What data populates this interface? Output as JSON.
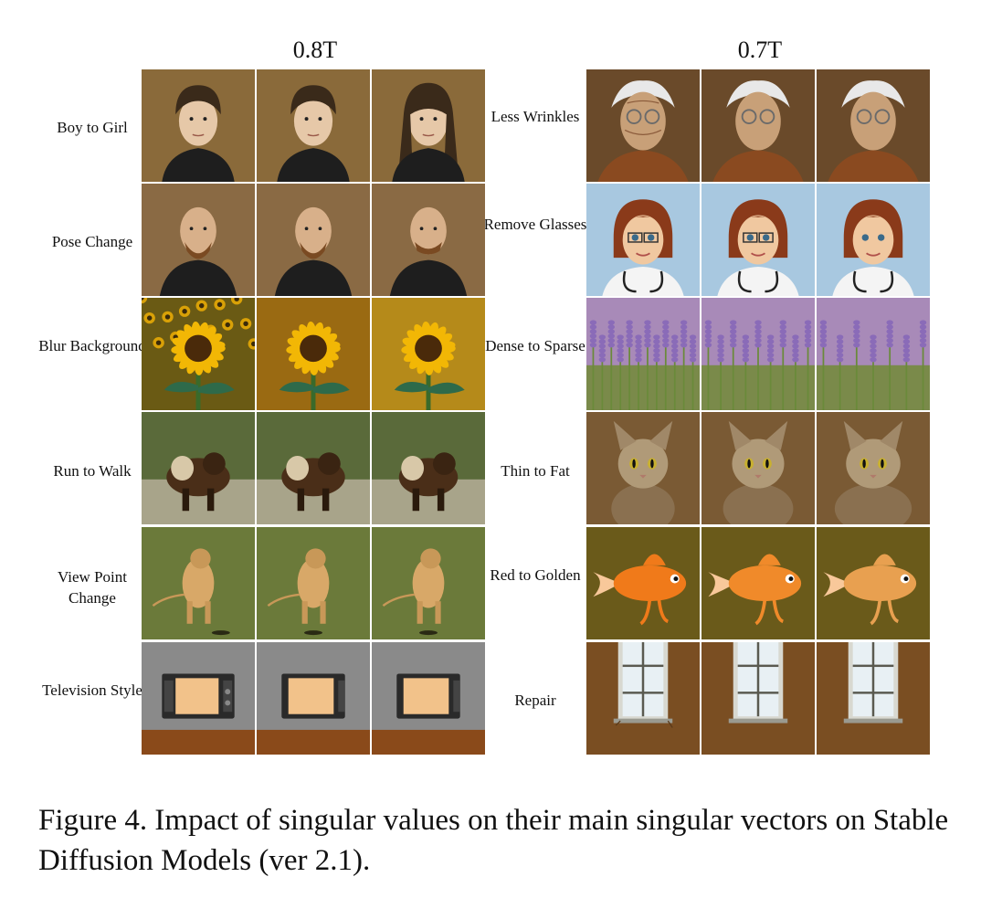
{
  "figure": {
    "left_group": {
      "title": "0.8T",
      "rows": [
        {
          "label": "Boy to Girl"
        },
        {
          "label": "Pose Change"
        },
        {
          "label": "Blur Background"
        },
        {
          "label": "Run to Walk"
        },
        {
          "label": "View Point Change"
        },
        {
          "label": "Television Style"
        }
      ]
    },
    "right_group": {
      "title": "0.7T",
      "rows": [
        {
          "label": "Less Wrinkles"
        },
        {
          "label": "Remove Glasses"
        },
        {
          "label": "Dense to Sparse"
        },
        {
          "label": "Thin to Fat"
        },
        {
          "label": "Red to Golden"
        },
        {
          "label": "Repair"
        }
      ]
    },
    "caption": "Figure 4. Impact of singular values on their main singular vectors on Stable Diffusion Models (ver 2.1)."
  },
  "image_subjects": {
    "left": [
      "boy-portrait",
      "bald-man-portrait",
      "sunflower",
      "brown-bear",
      "lioness",
      "television"
    ],
    "right": [
      "elderly-man-portrait",
      "cartoon-doctor",
      "lavender",
      "cat",
      "goldfish",
      "window"
    ]
  },
  "colors": {
    "portrait_bg": "#8a6a3a",
    "sunflower_yellow": "#f2b705",
    "grass_green": "#6b7a3a",
    "lavender": "#8a6bb8",
    "goldfish_orange": "#f07a1a",
    "wall_brown": "#7a4e22"
  }
}
